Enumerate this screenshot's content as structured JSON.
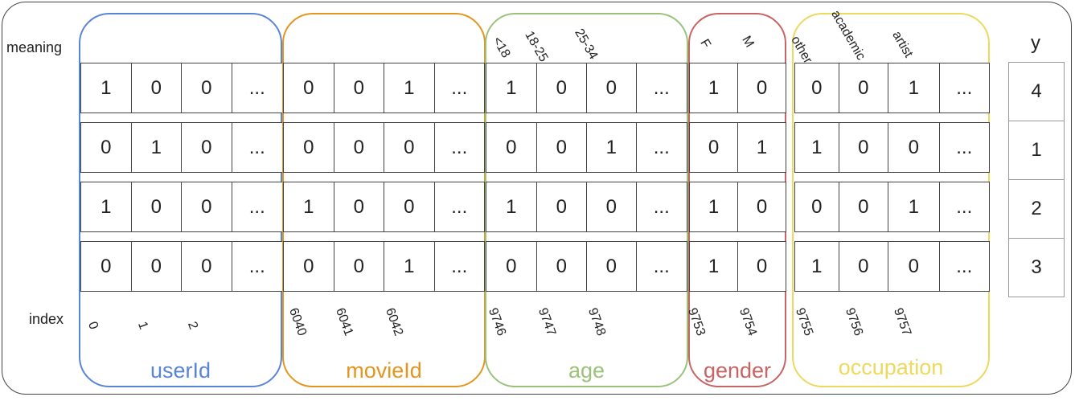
{
  "labels": {
    "meaning": "meaning",
    "index": "index",
    "y": "y"
  },
  "groups": [
    {
      "key": "userId",
      "name": "userId",
      "color": "#5a84d6",
      "meaning": [],
      "index": [
        "0",
        "1",
        "2"
      ],
      "rows": [
        [
          "1",
          "0",
          "0",
          "..."
        ],
        [
          "0",
          "1",
          "0",
          "..."
        ],
        [
          "1",
          "0",
          "0",
          "..."
        ],
        [
          "0",
          "0",
          "0",
          "..."
        ]
      ]
    },
    {
      "key": "movieId",
      "name": "movieId",
      "color": "#e3961f",
      "meaning": [],
      "index": [
        "6040",
        "6041",
        "6042"
      ],
      "rows": [
        [
          "0",
          "0",
          "1",
          "..."
        ],
        [
          "0",
          "0",
          "0",
          "..."
        ],
        [
          "1",
          "0",
          "0",
          "..."
        ],
        [
          "0",
          "0",
          "1",
          "..."
        ]
      ]
    },
    {
      "key": "age",
      "name": "age",
      "color": "#9cc27a",
      "meaning": [
        "<18",
        "18-25",
        "25-34"
      ],
      "index": [
        "9746",
        "9747",
        "9748"
      ],
      "rows": [
        [
          "1",
          "0",
          "0",
          "..."
        ],
        [
          "0",
          "0",
          "1",
          "..."
        ],
        [
          "1",
          "0",
          "0",
          "..."
        ],
        [
          "0",
          "0",
          "0",
          "..."
        ]
      ]
    },
    {
      "key": "gender",
      "name": "gender",
      "color": "#c76464",
      "meaning": [
        "F",
        "M"
      ],
      "index": [
        "9753",
        "9754"
      ],
      "rows": [
        [
          "1",
          "0"
        ],
        [
          "0",
          "1"
        ],
        [
          "1",
          "0"
        ],
        [
          "1",
          "0"
        ]
      ]
    },
    {
      "key": "occupation",
      "name": "occupation",
      "color": "#ecd95e",
      "meaning": [
        "other",
        "academic",
        "artist"
      ],
      "index": [
        "9755",
        "9756",
        "9757"
      ],
      "rows": [
        [
          "0",
          "0",
          "1",
          "..."
        ],
        [
          "1",
          "0",
          "0",
          "..."
        ],
        [
          "0",
          "0",
          "1",
          "..."
        ],
        [
          "1",
          "0",
          "0",
          "..."
        ]
      ]
    }
  ],
  "y_values": [
    "4",
    "1",
    "2",
    "3"
  ]
}
